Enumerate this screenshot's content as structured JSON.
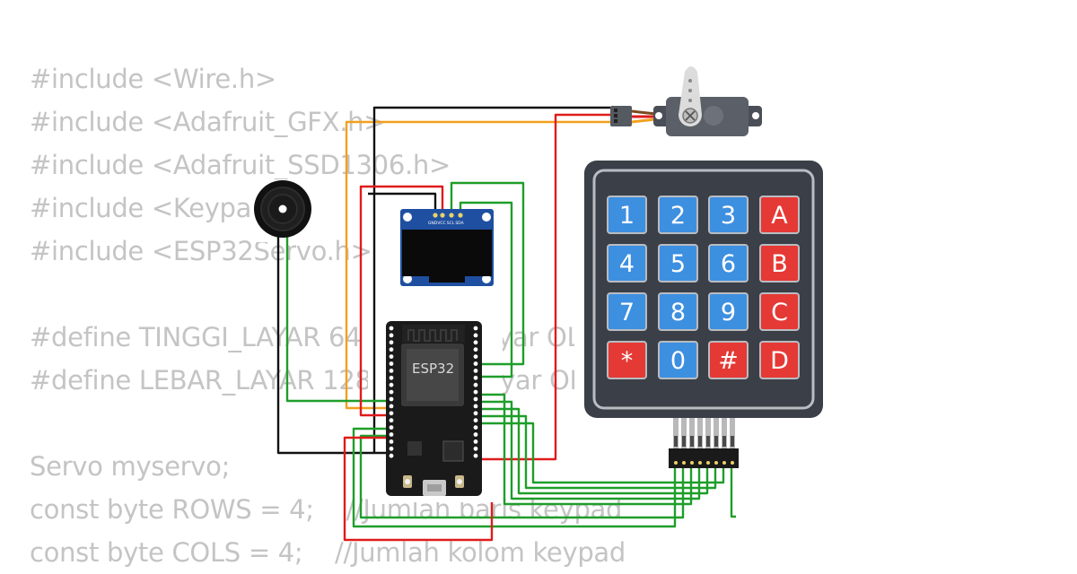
{
  "code_lines": [
    "#include <Wire.h>",
    "#include <Adafruit_GFX.h>",
    "#include <Adafruit_SSD1306.h>",
    "#include <Keypad.h>",
    "#include <ESP32Servo.h>",
    "",
    "#define TINGGI_LAYAR 64 // tinggi layar OLED yang digunakan",
    "#define LEBAR_LAYAR 128 // lebar layar OLED yang digunakan",
    "",
    "Servo myservo;",
    "const byte ROWS = 4;    //Jumlah baris keypad",
    "const byte COLS = 4;    //Jumlah kolom keypad"
  ],
  "esp32": {
    "label": "ESP32"
  },
  "oled": {
    "pins": [
      "GND",
      "VCC",
      "SCL",
      "SDA"
    ]
  },
  "keypad": {
    "keys": [
      [
        "1",
        "2",
        "3",
        "A"
      ],
      [
        "4",
        "5",
        "6",
        "B"
      ],
      [
        "7",
        "8",
        "9",
        "C"
      ],
      [
        "*",
        "0",
        "#",
        "D"
      ]
    ]
  },
  "colors": {
    "code_text": "#c4c4c4",
    "wire_red": "#e01b1b",
    "wire_black": "#111111",
    "wire_orange": "#f2a01e",
    "wire_green": "#1e9e2a",
    "keypad_body": "#3b3f47",
    "key_blue": "#3d8fe0",
    "key_red": "#e53935",
    "oled_board": "#1f4fa0",
    "esp_board": "#1a1a1a"
  },
  "icons": [
    "servo-motor",
    "piezo-buzzer",
    "oled-display",
    "esp32-devkit",
    "membrane-keypad"
  ]
}
